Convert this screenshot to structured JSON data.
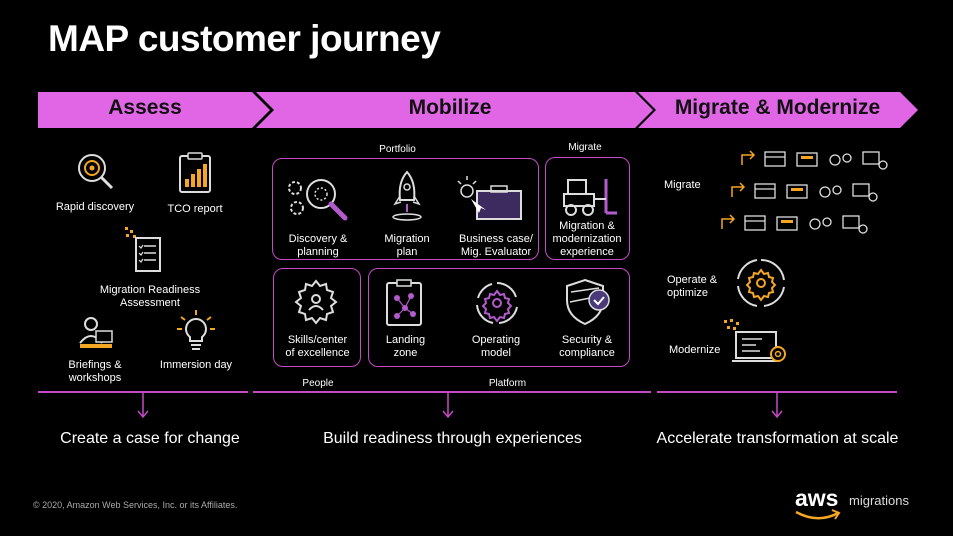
{
  "title": "MAP customer journey",
  "phases": [
    "Assess",
    "Mobilize",
    "Migrate & Modernize"
  ],
  "assess": {
    "items": [
      "Rapid discovery",
      "TCO report",
      "Migration Readiness\nAssessment",
      "Briefings &\nworkshops",
      "Immersion day"
    ]
  },
  "mobilize": {
    "portfolio_label": "Portfolio",
    "portfolio_items": [
      "Discovery &\nplanning",
      "Migration\nplan",
      "Business case/\nMig. Evaluator"
    ],
    "migrate_label": "Migrate",
    "migrate_item": "Migration &\nmodernization\nexperience",
    "people_item": "Skills/center\nof excellence",
    "people_label": "People",
    "platform_items": [
      "Landing\nzone",
      "Operating\nmodel",
      "Security &\ncompliance"
    ],
    "platform_label": "Platform"
  },
  "migrate_modernize": {
    "labels": [
      "Migrate",
      "Operate &\noptimize",
      "Modernize"
    ]
  },
  "outcomes": [
    "Create a case for change",
    "Build readiness through experiences",
    "Accelerate transformation at scale"
  ],
  "footer": {
    "copyright": "© 2020, Amazon Web Services, Inc. or its Affiliates.",
    "logo_text": "aws",
    "logo_sub": "migrations"
  },
  "colors": {
    "accent": "#e066e6",
    "line": "#c54ac6",
    "background": "#000000",
    "icon_orange": "#f5a623"
  }
}
